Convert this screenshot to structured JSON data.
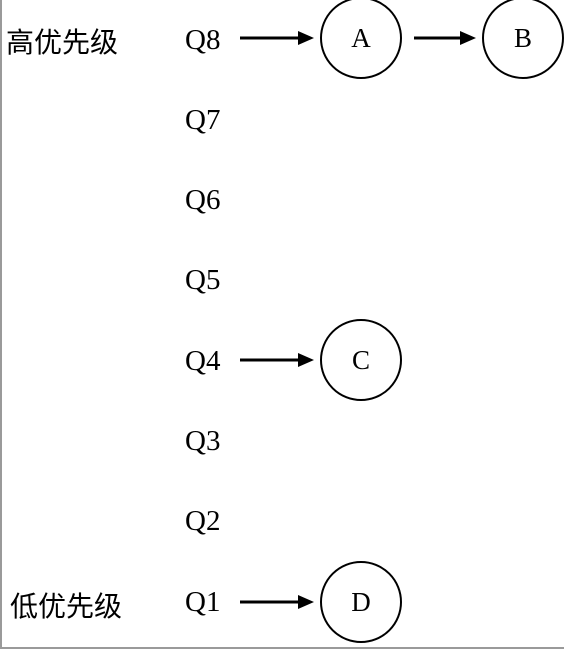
{
  "side_labels": {
    "high": "高优先级",
    "low": "低优先级"
  },
  "queues": [
    {
      "label": "Q8",
      "nodes": [
        "A",
        "B"
      ]
    },
    {
      "label": "Q7",
      "nodes": []
    },
    {
      "label": "Q6",
      "nodes": []
    },
    {
      "label": "Q5",
      "nodes": []
    },
    {
      "label": "Q4",
      "nodes": [
        "C"
      ]
    },
    {
      "label": "Q3",
      "nodes": []
    },
    {
      "label": "Q2",
      "nodes": []
    },
    {
      "label": "Q1",
      "nodes": [
        "D"
      ]
    }
  ]
}
